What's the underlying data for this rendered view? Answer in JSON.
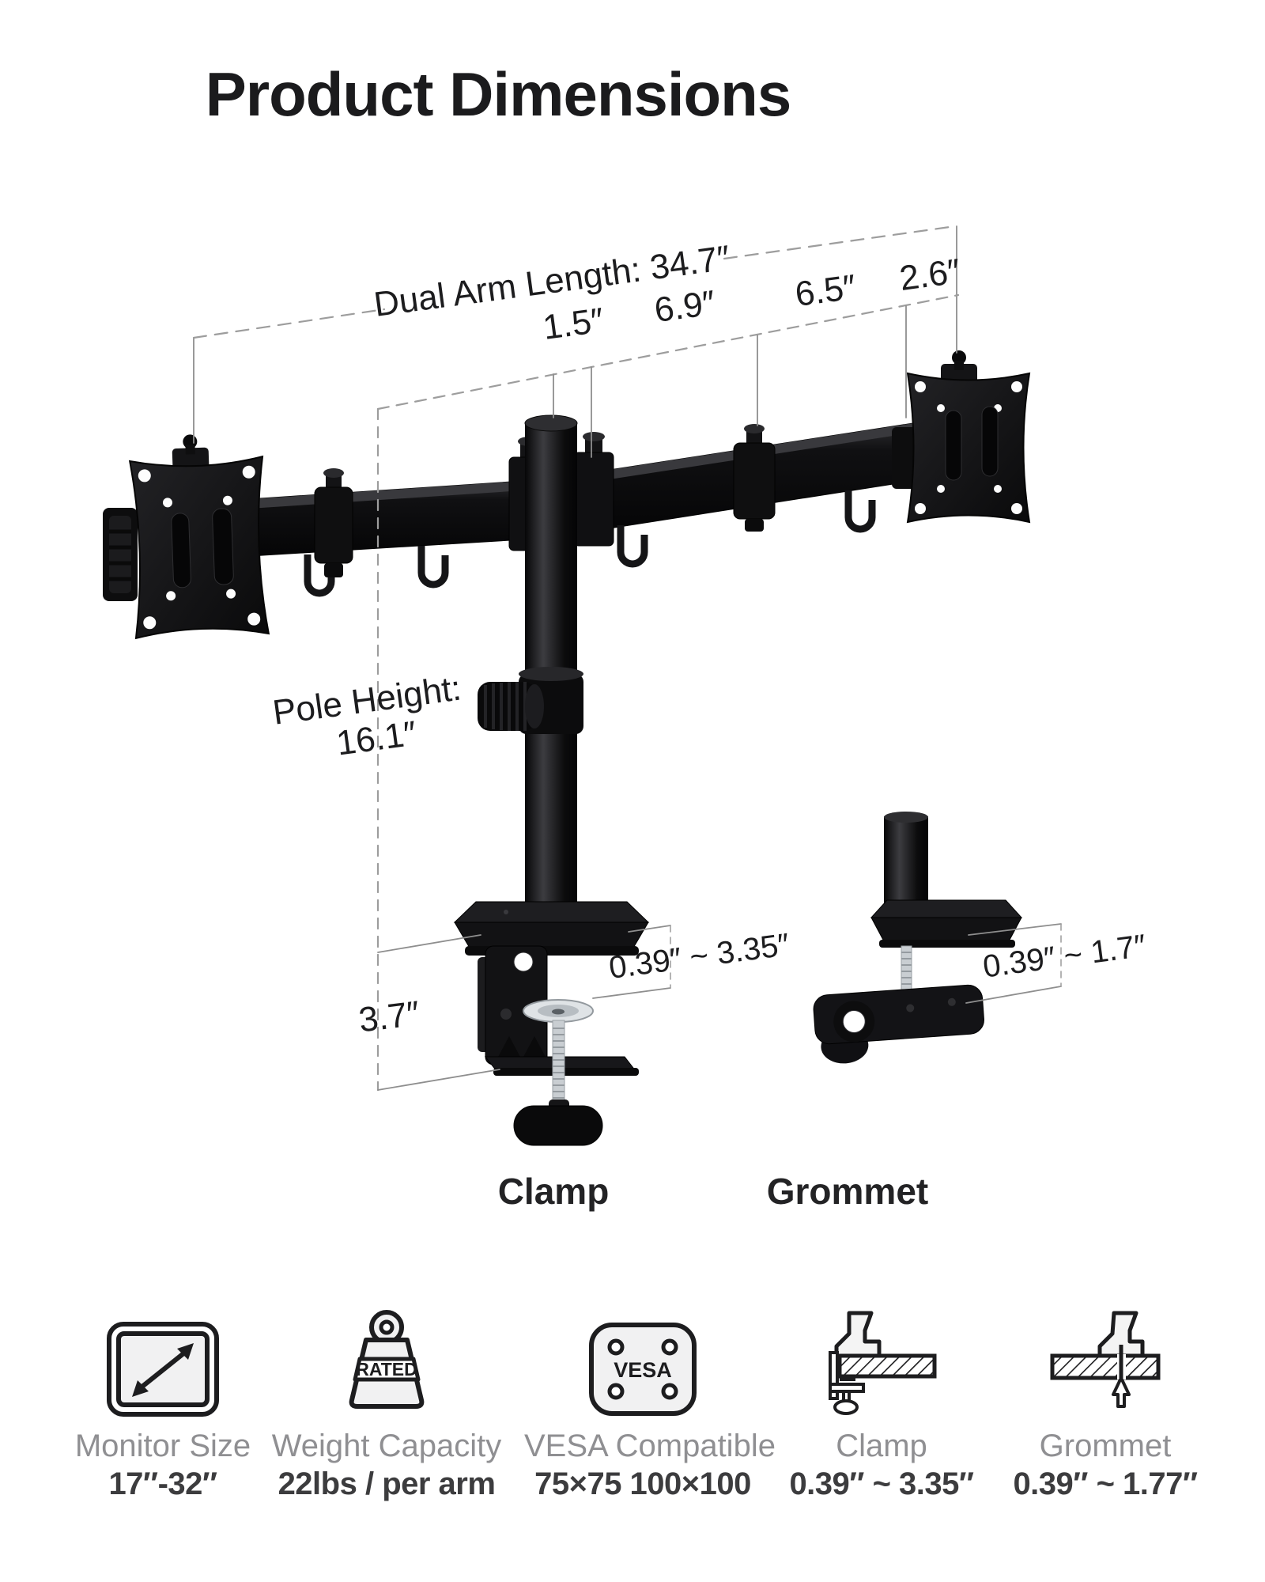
{
  "title": "Product Dimensions",
  "diagram": {
    "arm_length_label": "Dual Arm Length: 34.7″",
    "segments": [
      "1.5″",
      "6.9″",
      "6.5″",
      "2.6″"
    ],
    "pole_height_title": "Pole Height:",
    "pole_height_value": "16.1″",
    "clamp_depth": "3.7″",
    "clamp_range": "0.39″ ~ 3.35″",
    "grommet_range": "0.39″ ~ 1.7″",
    "clamp_caption": "Clamp",
    "grommet_caption": "Grommet"
  },
  "specs": [
    {
      "icon": "monitor-size-icon",
      "label": "Monitor Size",
      "value": "17″-32″"
    },
    {
      "icon": "weight-capacity-icon",
      "label": "Weight Capacity",
      "value": "22lbs / per arm",
      "badge": "RATED"
    },
    {
      "icon": "vesa-icon",
      "label": "VESA Compatible",
      "value": "75×75 100×100",
      "badge": "VESA"
    },
    {
      "icon": "clamp-icon",
      "label": "Clamp",
      "value": "0.39″ ~ 3.35″"
    },
    {
      "icon": "grommet-icon",
      "label": "Grommet",
      "value": "0.39″ ~ 1.77″"
    }
  ],
  "colors": {
    "text": "#1c1c1e",
    "muted_label": "#8f8f92",
    "value_text": "#3c3c3e",
    "dash_line": "#9d9d9d",
    "leader_line": "#8e8e8e",
    "product_black": "#121214",
    "screw_silver": "#c9ced2"
  }
}
